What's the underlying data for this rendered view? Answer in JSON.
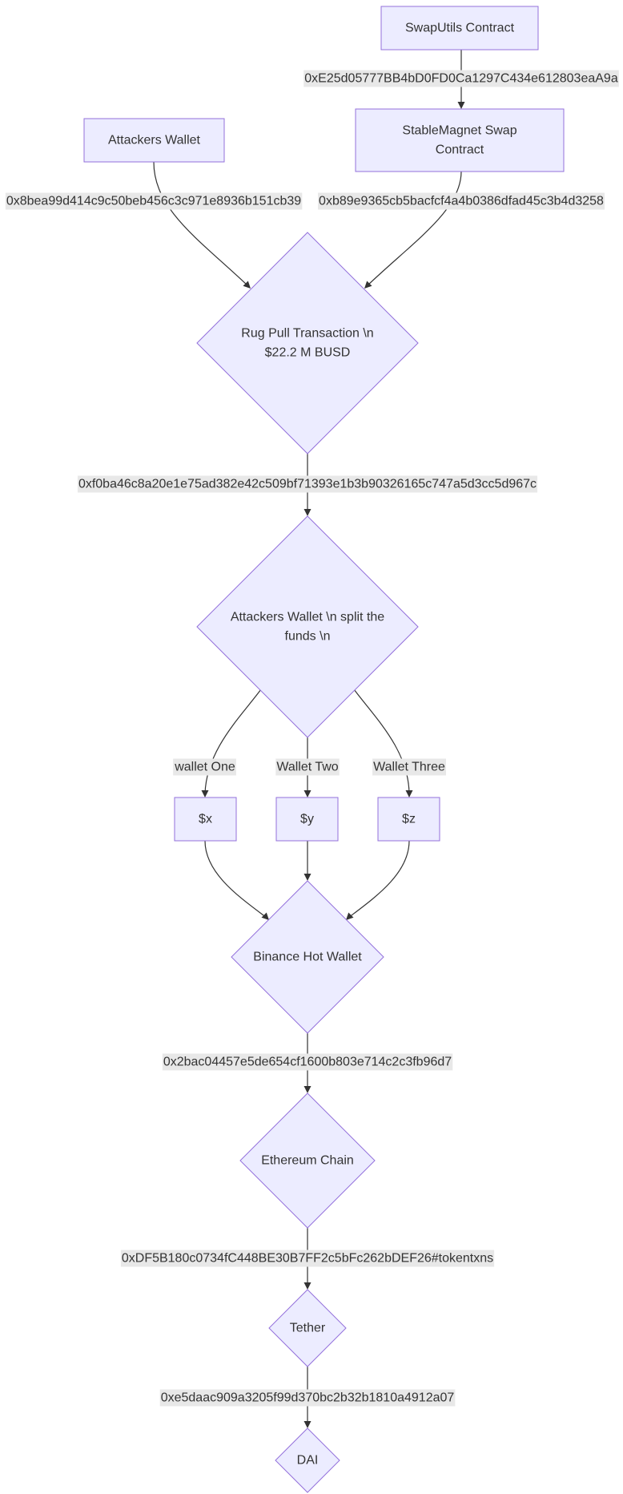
{
  "diagram": {
    "nodes": [
      {
        "id": "swaputils",
        "shape": "rect",
        "lines": [
          "SwapUtils Contract"
        ]
      },
      {
        "id": "stablemagnet",
        "shape": "rect",
        "lines": [
          "StableMagnet Swap",
          "Contract"
        ]
      },
      {
        "id": "attackers",
        "shape": "rect",
        "lines": [
          "Attackers Wallet"
        ]
      },
      {
        "id": "rugpull",
        "shape": "diamond",
        "lines": [
          "Rug Pull Transaction \\n",
          "$22.2 M BUSD"
        ]
      },
      {
        "id": "split",
        "shape": "diamond",
        "lines": [
          "Attackers Wallet \\n split the",
          "funds \\n"
        ]
      },
      {
        "id": "x",
        "shape": "rect",
        "lines": [
          "$x"
        ]
      },
      {
        "id": "y",
        "shape": "rect",
        "lines": [
          "$y"
        ]
      },
      {
        "id": "z",
        "shape": "rect",
        "lines": [
          "$z"
        ]
      },
      {
        "id": "binance",
        "shape": "diamond",
        "lines": [
          "Binance Hot Wallet"
        ]
      },
      {
        "id": "ethereum",
        "shape": "diamond",
        "lines": [
          "Ethereum Chain"
        ]
      },
      {
        "id": "tether",
        "shape": "diamond",
        "lines": [
          "Tether"
        ]
      },
      {
        "id": "dai",
        "shape": "diamond",
        "lines": [
          "DAI"
        ]
      }
    ],
    "edges": [
      {
        "id": "e1",
        "from": "swaputils",
        "to": "stablemagnet",
        "label": "0xE25d05777BB4bD0FD0Ca1297C434e612803eaA9a"
      },
      {
        "id": "e2",
        "from": "attackers",
        "to": "rugpull",
        "label": "0x8bea99d414c9c50beb456c3c971e8936b151cb39"
      },
      {
        "id": "e3",
        "from": "stablemagnet",
        "to": "rugpull",
        "label": "0xb89e9365cb5bacfcf4a4b0386dfad45c3b4d3258"
      },
      {
        "id": "e4",
        "from": "rugpull",
        "to": "split",
        "label": "0xf0ba46c8a20e1e75ad382e42c509bf71393e1b3b90326165c747a5d3cc5d967c"
      },
      {
        "id": "e5",
        "from": "split",
        "to": "x",
        "label": "wallet One"
      },
      {
        "id": "e6",
        "from": "split",
        "to": "y",
        "label": "Wallet Two"
      },
      {
        "id": "e7",
        "from": "split",
        "to": "z",
        "label": "Wallet Three"
      },
      {
        "id": "e8",
        "from": "x",
        "to": "binance",
        "label": ""
      },
      {
        "id": "e9",
        "from": "y",
        "to": "binance",
        "label": ""
      },
      {
        "id": "e10",
        "from": "z",
        "to": "binance",
        "label": ""
      },
      {
        "id": "e11",
        "from": "binance",
        "to": "ethereum",
        "label": "0x2bac04457e5de654cf1600b803e714c2c3fb96d7"
      },
      {
        "id": "e12",
        "from": "ethereum",
        "to": "tether",
        "label": "0xDF5B180c0734fC448BE30B7FF2c5bFc262bDEF26#tokentxns"
      },
      {
        "id": "e13",
        "from": "tether",
        "to": "dai",
        "label": "0xe5daac909a3205f99d370bc2b32b1810a4912a07"
      }
    ]
  },
  "colors": {
    "node_fill": "#ECECFF",
    "node_stroke": "#9370DB",
    "text": "#333333",
    "edge": "#333333",
    "label_bg": "#e8e8e8"
  }
}
